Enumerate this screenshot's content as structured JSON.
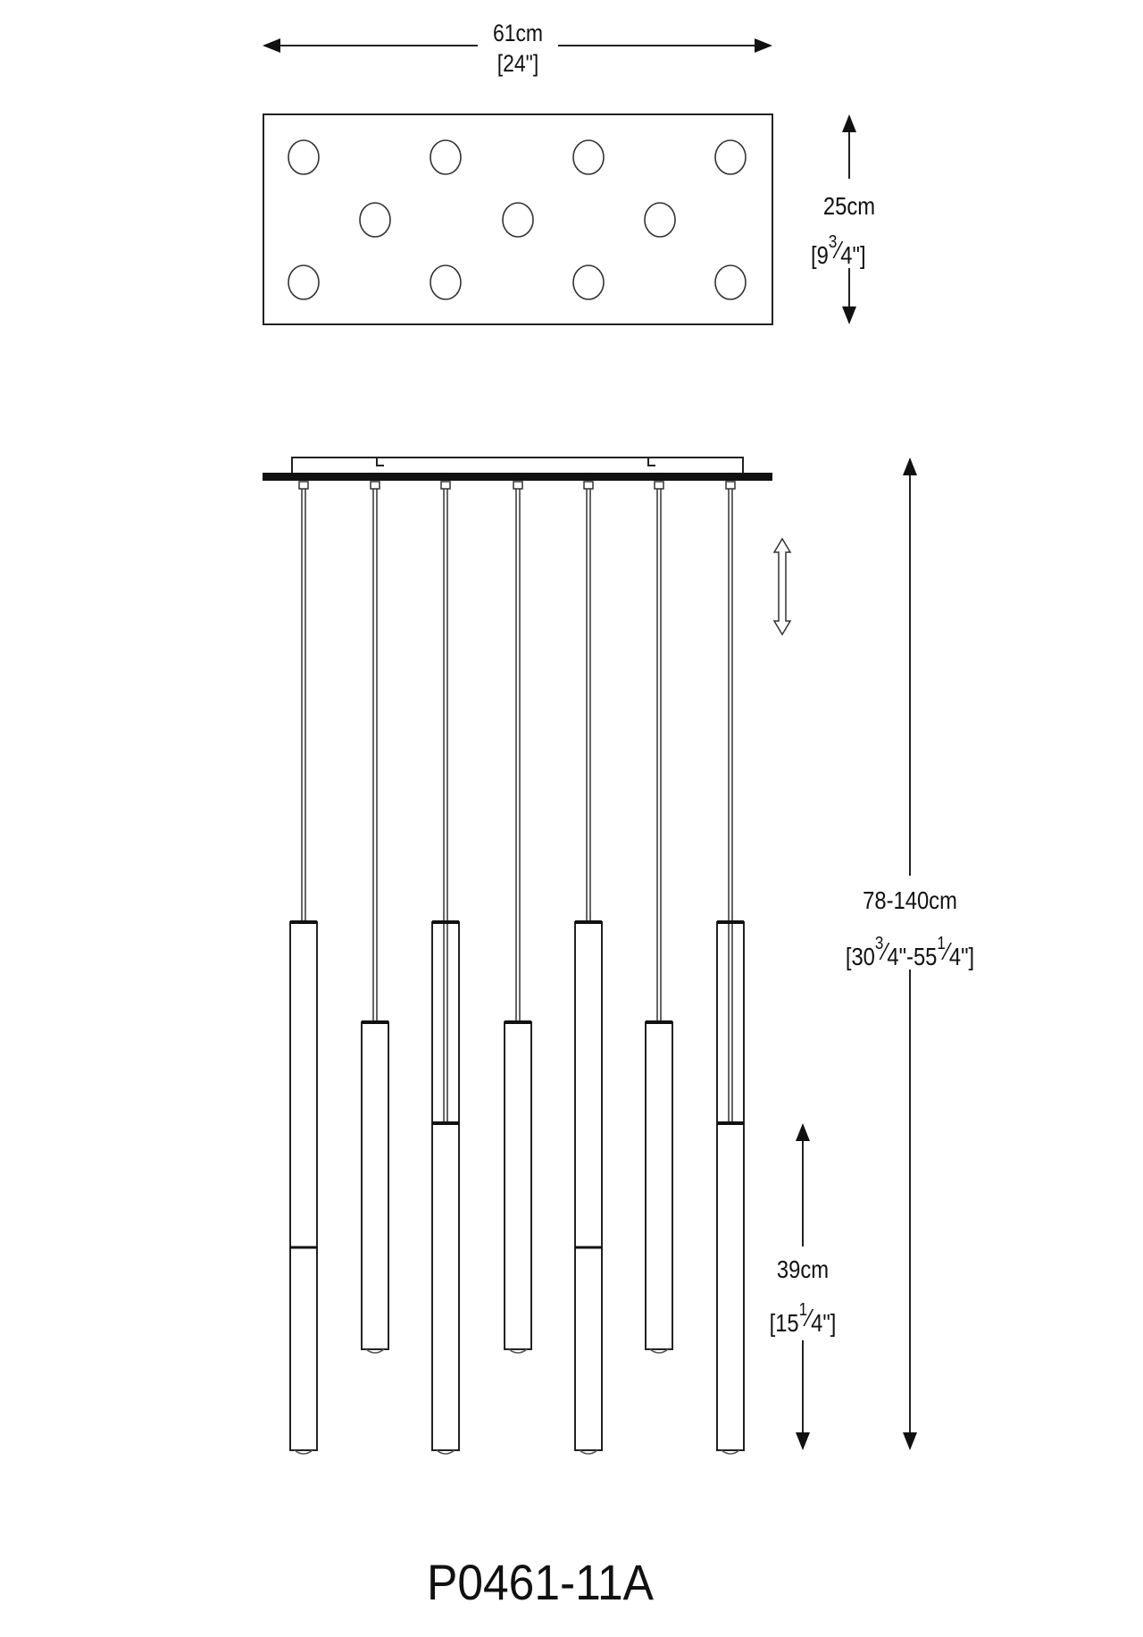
{
  "width_dim": {
    "cm": "61cm",
    "inch": "[24\"]"
  },
  "depth_dim": {
    "cm": "25cm",
    "inch_open": "[9",
    "num": "3",
    "slash": "⁄",
    "den": "4\"]"
  },
  "height_dim": {
    "cm": "78-140cm",
    "p1": "[30",
    "num1": "3",
    "slash1": "⁄",
    "p2": "4\"-55",
    "num2": "1",
    "slash2": "⁄",
    "p3": "4\"]"
  },
  "tube_dim": {
    "cm": "39cm",
    "inch_open": "[15",
    "num": "1",
    "slash": "⁄",
    "den": "4\"]"
  },
  "model": "P0461-11A"
}
